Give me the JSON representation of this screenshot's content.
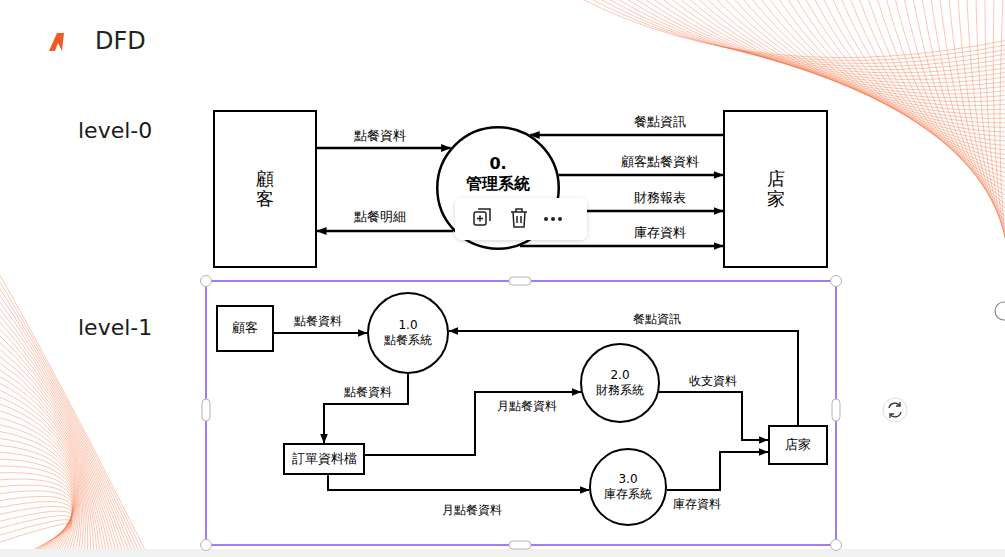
{
  "diagram": {
    "title": "DFD",
    "nodes": [
      {
        "text": [
          "顧客"
        ]
      },
      {
        "text": [
          "0.",
          "管理系統"
        ]
      },
      {
        "text": [
          "店家"
        ]
      },
      {
        "text": [
          "顧客"
        ]
      },
      {
        "text": [
          "1.0",
          "點餐系統"
        ]
      },
      {
        "text": [
          "訂單資料檔"
        ]
      },
      {
        "text": [
          "2.0",
          "財務系統"
        ]
      },
      {
        "text": [
          "3.0",
          "庫存系統"
        ]
      },
      {
        "text": [
          "店家"
        ]
      }
    ],
    "edges": [
      {
        "from": 0,
        "to": 1,
        "label": "點餐資料",
        "arrow": "to"
      },
      {
        "from": 1,
        "to": 0,
        "label": "點餐明細",
        "arrow": "to"
      },
      {
        "from": 2,
        "to": 1,
        "label": "餐點資訊",
        "arrow": "to"
      },
      {
        "from": 1,
        "to": 2,
        "label": "顧客點餐資料",
        "arrow": "to"
      },
      {
        "from": 1,
        "to": 2,
        "label": "財務報表",
        "arrow": "to"
      },
      {
        "from": 1,
        "to": 2,
        "label": "庫存資料",
        "arrow": "to"
      },
      {
        "from": 3,
        "to": 4,
        "label": "點餐資料",
        "arrow": "to"
      },
      {
        "from": 8,
        "to": 4,
        "label": "餐點資訊",
        "arrow": "to"
      },
      {
        "from": 4,
        "to": 5,
        "label": "點餐資料",
        "arrow": "to"
      },
      {
        "from": 5,
        "to": 6,
        "label": "月點餐資料",
        "arrow": "to"
      },
      {
        "from": 5,
        "to": 7,
        "label": "月點餐資料",
        "arrow": "to"
      },
      {
        "from": 6,
        "to": 8,
        "label": "收支資料",
        "arrow": "to"
      },
      {
        "from": 7,
        "to": 8,
        "label": "庫存資料",
        "arrow": "to"
      }
    ],
    "labels": [
      "level-0",
      "level-1"
    ]
  }
}
